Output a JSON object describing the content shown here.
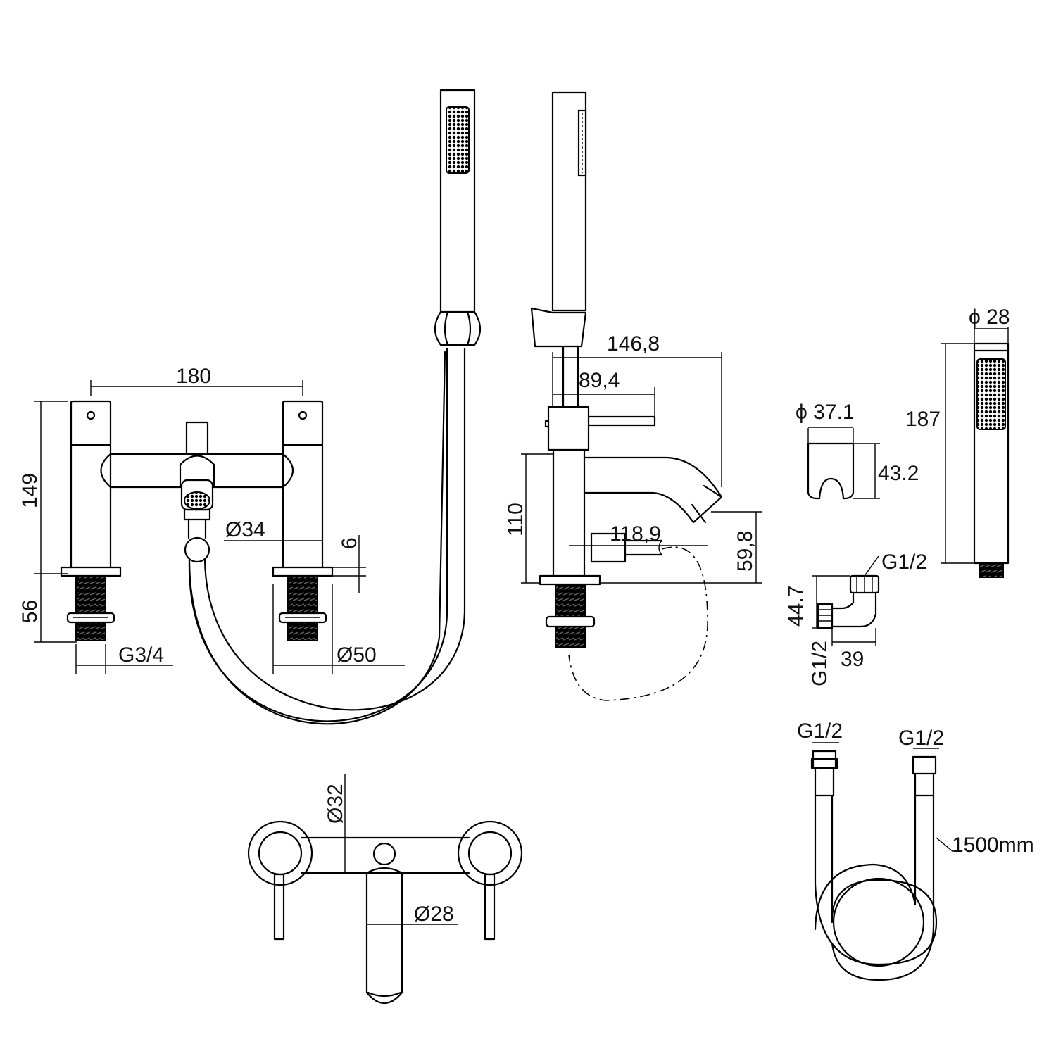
{
  "colors": {
    "line": "#000000",
    "background": "#ffffff"
  },
  "dimensions": {
    "bridge_width": "180",
    "bridge_height": "149",
    "thread_length": "56",
    "thread_size_bridge": "G3/4",
    "outlet_dia": "Ø34",
    "deck_plate_thickness": "6",
    "base_dia": "Ø50",
    "side_reach_total": "146,8",
    "side_handle_length": "89,4",
    "side_height": "110",
    "side_spout_reach": "118,9",
    "side_spout_height": "59,8",
    "holder_dia": "ϕ 37.1",
    "holder_height": "43.2",
    "handset_dia": "ϕ 28",
    "handset_length": "187",
    "elbow_thread_top": "G1/2",
    "elbow_height": "44.7",
    "elbow_thread_side": "G1/2",
    "elbow_depth": "39",
    "hose_thread_left": "G1/2",
    "hose_thread_right": "G1/2",
    "hose_length": "1500mm",
    "wall_body_dia": "Ø32",
    "wall_spout_dia": "Ø28"
  }
}
